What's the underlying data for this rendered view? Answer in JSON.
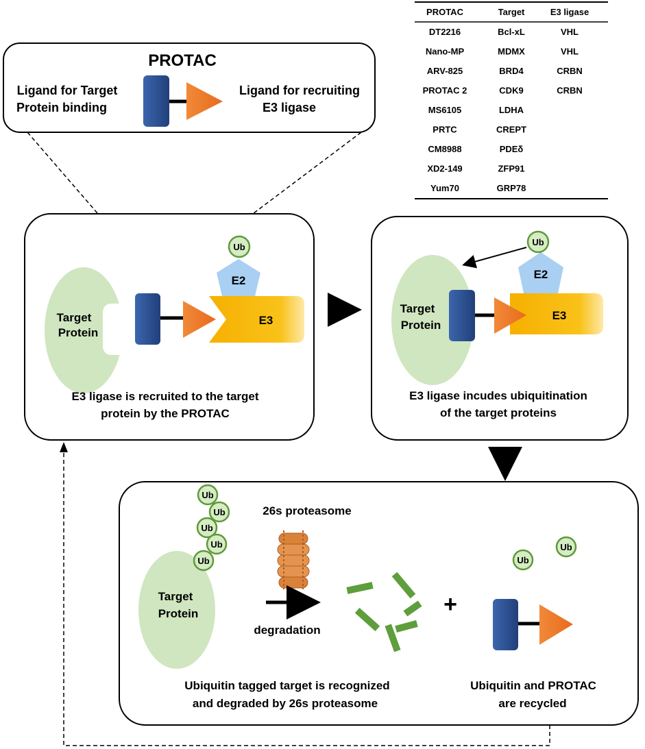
{
  "legend_box": {
    "title": "PROTAC",
    "left_label_line1": "Ligand for Target",
    "left_label_line2": "Protein binding",
    "right_label_line1": "Ligand for recruiting",
    "right_label_line2": "E3 ligase"
  },
  "table": {
    "headers": [
      "PROTAC",
      "Target",
      "E3 ligase"
    ],
    "rows": [
      [
        "DT2216",
        "Bcl-xL",
        "VHL"
      ],
      [
        "Nano-MP",
        "MDMX",
        "VHL"
      ],
      [
        "ARV-825",
        "BRD4",
        "CRBN"
      ],
      [
        "PROTAC 2",
        "CDK9",
        "CRBN"
      ],
      [
        "MS6105",
        "LDHA",
        ""
      ],
      [
        "PRTC",
        "CREPT",
        ""
      ],
      [
        "CM8988",
        "PDEδ",
        ""
      ],
      [
        "XD2-149",
        "ZFP91",
        ""
      ],
      [
        "Yum70",
        "GRP78",
        ""
      ]
    ]
  },
  "panel1": {
    "target_line1": "Target",
    "target_line2": "Protein",
    "e2": "E2",
    "e3": "E3",
    "ub": "Ub",
    "caption_line1": "E3 ligase is recruited to the target",
    "caption_line2": "protein by the PROTAC"
  },
  "panel2": {
    "target_line1": "Target",
    "target_line2": "Protein",
    "e2": "E2",
    "e3": "E3",
    "ub": "Ub",
    "caption_line1": "E3 ligase incudes ubiquitination",
    "caption_line2": "of the target proteins"
  },
  "panel3": {
    "target_line1": "Target",
    "target_line2": "Protein",
    "ub": "Ub",
    "proteasome_label": "26s proteasome",
    "degradation_label": "degradation",
    "plus": "+",
    "caption_left_line1": "Ubiquitin tagged target is recognized",
    "caption_left_line2": "and degraded by 26s proteasome",
    "caption_right_line1": "Ubiquitin and PROTAC",
    "caption_right_line2": "are recycled"
  },
  "colors": {
    "target_protein": "#cfe6c0",
    "ligand_blue": "#2e4f8f",
    "ligand_orange": "#ef7d2b",
    "e3_yellow": "#f7b500",
    "e2_blue": "#a9cff2",
    "ub_green": "#d6ecc4",
    "ub_border": "#5f9a3a",
    "fragment_green": "#5e9e3c",
    "proteasome_orange": "#d9823a"
  }
}
